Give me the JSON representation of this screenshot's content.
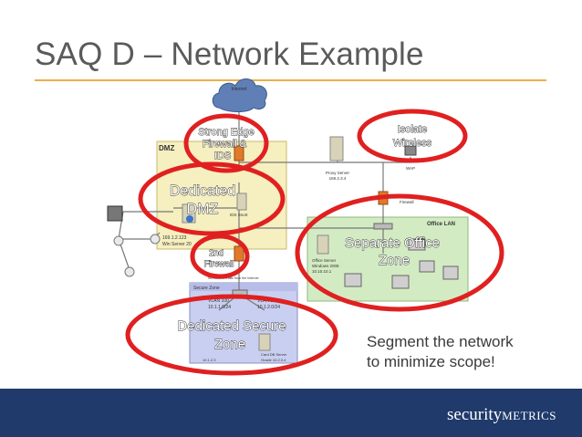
{
  "slide": {
    "title": "SAQ D – Network Example",
    "caption_line1": "Segment the network",
    "caption_line2": "to minimize scope!"
  },
  "brand": {
    "part1": "security",
    "part2": "METRICS"
  },
  "callouts": {
    "edge": [
      "Strong Edge",
      "Firewall &",
      "IDS"
    ],
    "wireless": [
      "Isolate",
      "Wireless"
    ],
    "dmz": [
      "Dedicated",
      "DMZ"
    ],
    "office": [
      "Separate Office",
      "Zone"
    ],
    "firewall2": [
      "2nd",
      "Firewall"
    ],
    "secure": [
      "Dedicated Secure",
      "Zone"
    ]
  },
  "diagram_labels": {
    "internet": "Internet",
    "dmz": "DMZ",
    "proxy": "Proxy Server",
    "proxy_ip": "169.2.3.4",
    "wap": "WAP",
    "firewall": "Firewall",
    "ids": "IDS Snort",
    "win_server": "Win Server 20",
    "win_ip": "169.1.2.123",
    "office_lan": "Office LAN",
    "office_server": "Office Server",
    "office_os": "Windows 2008",
    "office_ip": "10.10.10.1",
    "secure_zone": "Secure Zone",
    "vlan100": "VLAN 100",
    "vlan100_net": "10.1.1.0/24",
    "vlan200": "VLAN 200",
    "vlan200_net": "10.1.2.0/24",
    "card_db": "Card DB Server",
    "card_db_os": "Oracle 10.2.3.4",
    "net_ip": "10.1.2.3",
    "no_inbound": "No inbound traffic from the Internet"
  },
  "colors": {
    "accent_rule": "#e8b04a",
    "callout_ring": "#e02020",
    "footer": "#1f3a6b",
    "dmz_zone": "#f6efbf",
    "office_zone": "#d3ebc3",
    "secure_zone": "#c9cff0"
  }
}
